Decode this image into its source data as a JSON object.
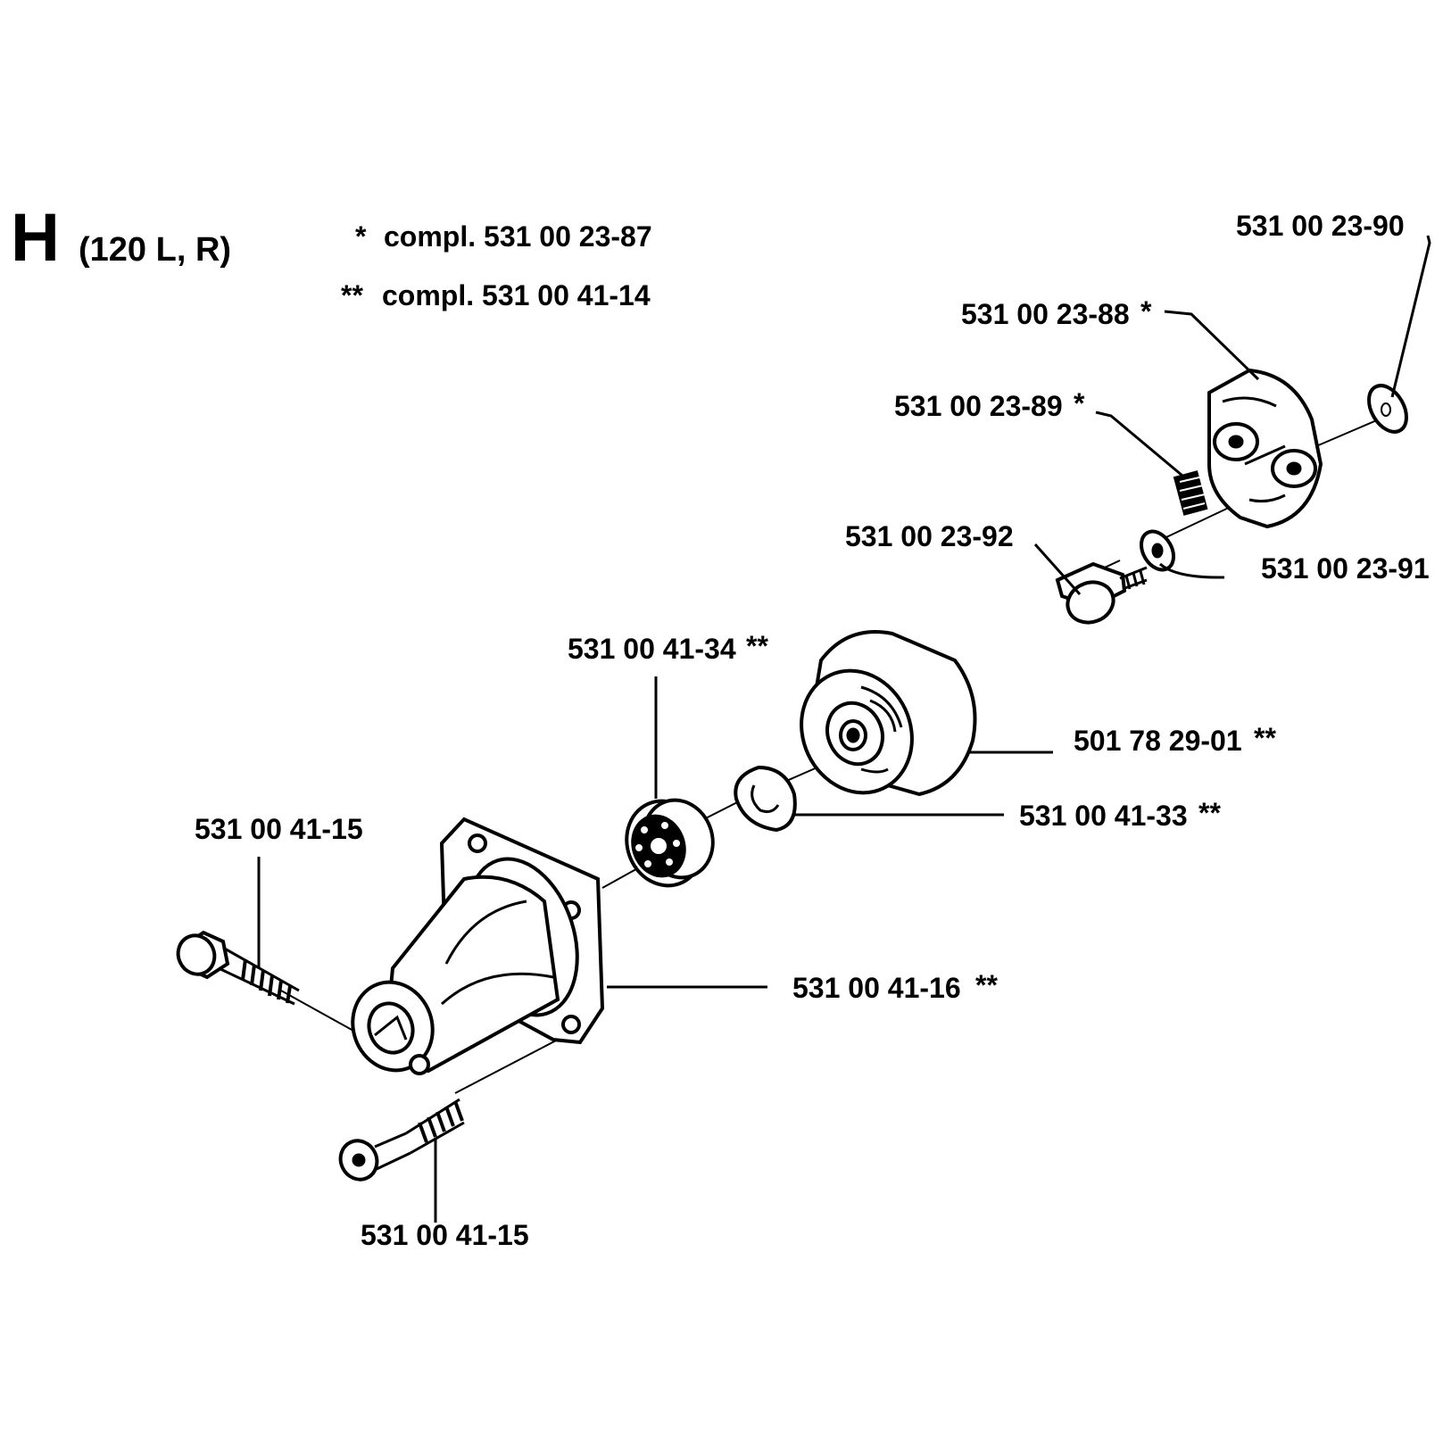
{
  "header": {
    "section_letter": "H",
    "model": "(120 L, R)",
    "notes": [
      {
        "mark": "*",
        "text": "compl. 531 00 23-87"
      },
      {
        "mark": "**",
        "text": "compl. 531 00 41-14"
      }
    ]
  },
  "parts": [
    {
      "id": "washer-top",
      "number": "531 00 23-90",
      "mark": ""
    },
    {
      "id": "clutch-shoe",
      "number": "531 00 23-88",
      "mark": "*"
    },
    {
      "id": "clutch-spring",
      "number": "531 00 23-89",
      "mark": "*"
    },
    {
      "id": "clutch-bolt",
      "number": "531 00 23-92",
      "mark": ""
    },
    {
      "id": "clutch-washer",
      "number": "531 00 23-91",
      "mark": ""
    },
    {
      "id": "bearing",
      "number": "531 00 41-34",
      "mark": "**"
    },
    {
      "id": "clutch-drum",
      "number": "501 78 29-01",
      "mark": "**"
    },
    {
      "id": "circlip",
      "number": "531 00 41-33",
      "mark": "**"
    },
    {
      "id": "screw-upper",
      "number": "531 00 41-15",
      "mark": ""
    },
    {
      "id": "clutch-housing",
      "number": "531 00 41-16",
      "mark": "**"
    },
    {
      "id": "screw-lower",
      "number": "531 00 41-15",
      "mark": ""
    }
  ]
}
